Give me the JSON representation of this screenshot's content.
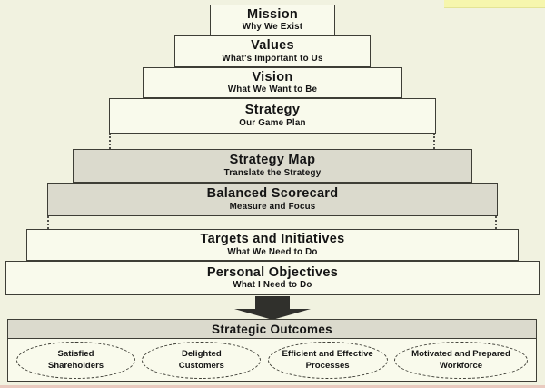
{
  "pyramid": {
    "layers": [
      {
        "title": "Mission",
        "subtitle": "Why We Exist",
        "shaded": false
      },
      {
        "title": "Values",
        "subtitle": "What's Important to Us",
        "shaded": false
      },
      {
        "title": "Vision",
        "subtitle": "What We Want to Be",
        "shaded": false
      },
      {
        "title": "Strategy",
        "subtitle": "Our Game Plan",
        "shaded": false
      },
      {
        "title": "Strategy Map",
        "subtitle": "Translate the Strategy",
        "shaded": true
      },
      {
        "title": "Balanced Scorecard",
        "subtitle": "Measure and Focus",
        "shaded": true
      },
      {
        "title": "Targets and Initiatives",
        "subtitle": "What We Need to Do",
        "shaded": false
      },
      {
        "title": "Personal Objectives",
        "subtitle": "What I Need to Do",
        "shaded": false
      }
    ]
  },
  "outcomes": {
    "title": "Strategic Outcomes",
    "items": [
      {
        "line1": "Satisfied",
        "line2": "Shareholders"
      },
      {
        "line1": "Delighted",
        "line2": "Customers"
      },
      {
        "line1": "Efficient and Effective",
        "line2": "Processes"
      },
      {
        "line1": "Motivated and Prepared",
        "line2": "Workforce"
      }
    ]
  },
  "colors": {
    "background": "#f1f2e0",
    "box_fill": "#f9faec",
    "shaded_fill": "#dbdacd",
    "border": "#3e3e36",
    "arrow": "#30302c",
    "text": "#141414",
    "scan_strip_yellow": "#f6f6ad"
  }
}
